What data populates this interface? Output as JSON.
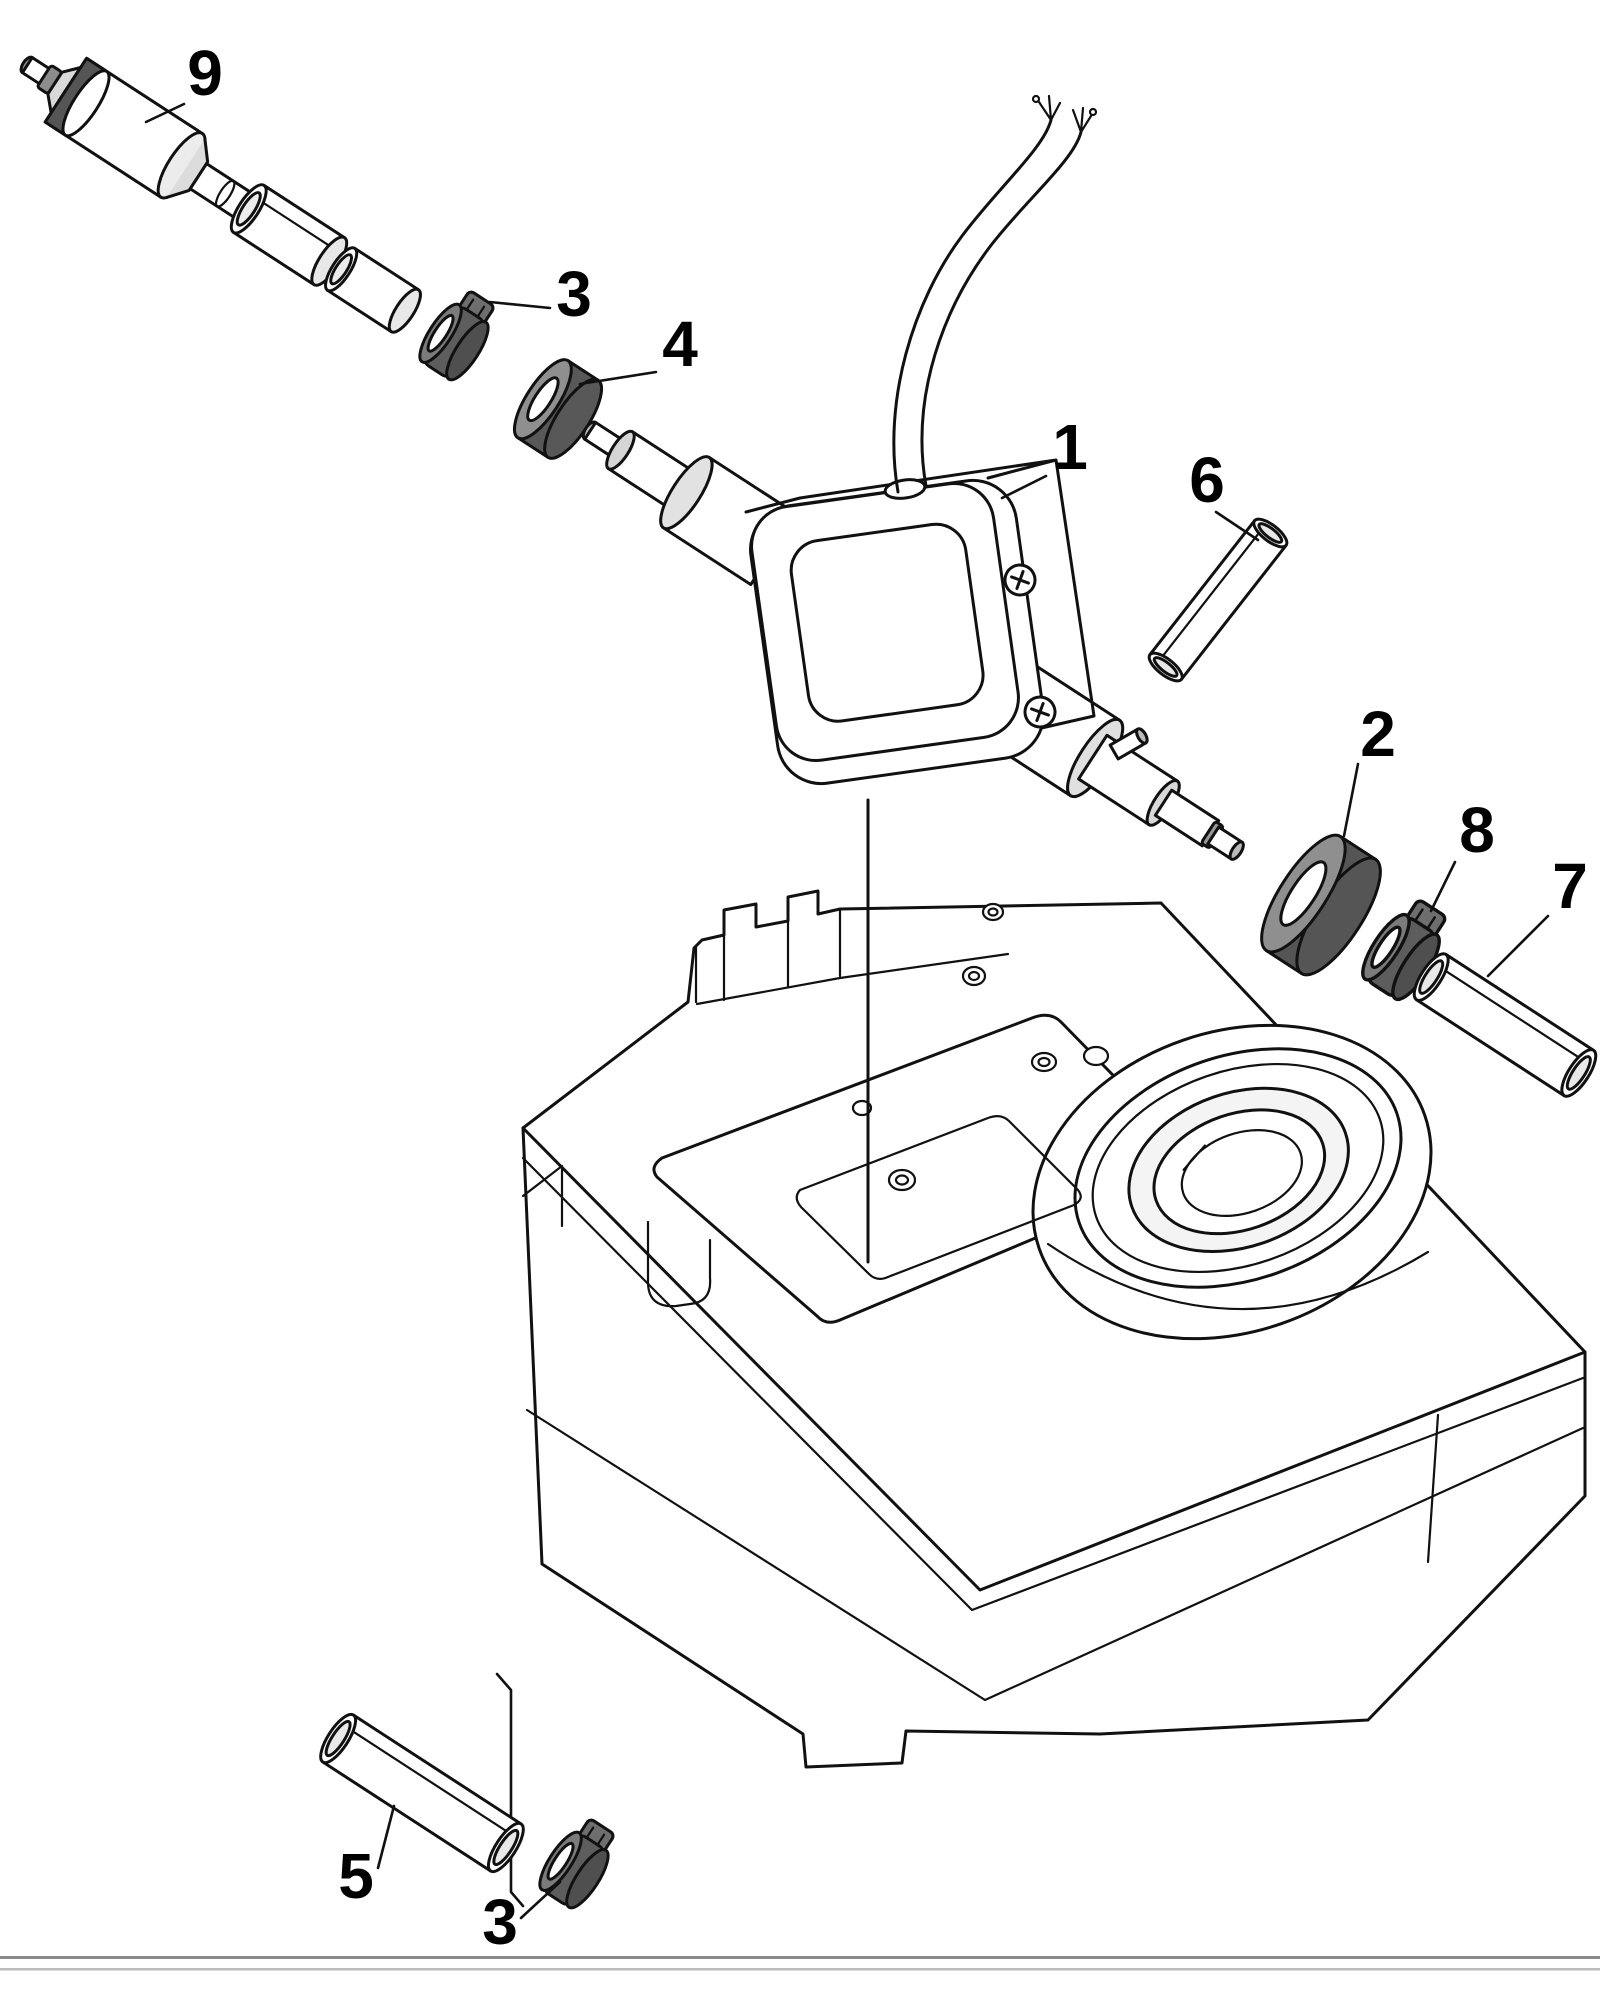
{
  "figure": {
    "type": "exploded-parts-diagram",
    "background": "#ffffff",
    "line_color": "#111111",
    "shade_dark": "#555555",
    "shade_mid": "#8f8f8f",
    "footer_rule_colors": [
      "#8a8a8a",
      "#bdbdbd"
    ],
    "callouts": [
      {
        "id": "c9",
        "label": "9"
      },
      {
        "id": "c3a",
        "label": "3"
      },
      {
        "id": "c4",
        "label": "4"
      },
      {
        "id": "c1",
        "label": "1"
      },
      {
        "id": "c6",
        "label": "6"
      },
      {
        "id": "c2",
        "label": "2"
      },
      {
        "id": "c8",
        "label": "8"
      },
      {
        "id": "c7",
        "label": "7"
      },
      {
        "id": "c5",
        "label": "5"
      },
      {
        "id": "c3b",
        "label": "3"
      }
    ]
  }
}
